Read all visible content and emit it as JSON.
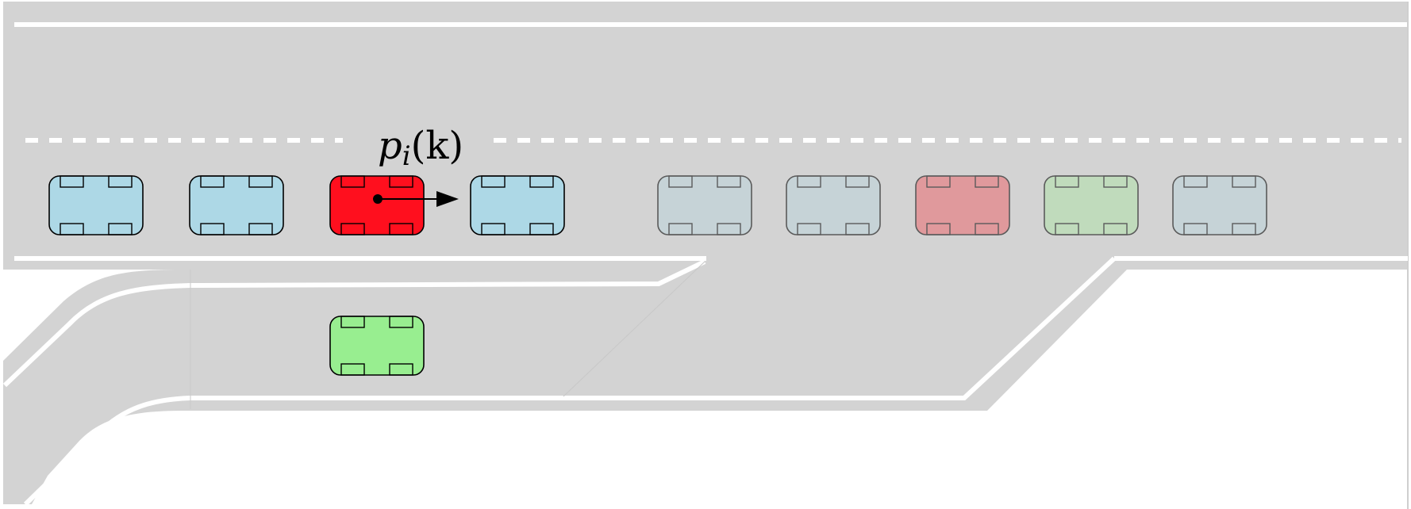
{
  "label": {
    "var": "p",
    "sub": "i",
    "arg": "(k)"
  },
  "colors": {
    "road": "#d3d3d3",
    "lane_marking": "#ffffff",
    "car_blue": "#add8e6",
    "car_ego": "#ff0f1e",
    "car_merging": "#98ee90",
    "car_ghost_grey": "#c6d3d7",
    "car_ghost_red": "#e0999c",
    "car_ghost_green": "#c0dbbc"
  },
  "cars": [
    {
      "role": "mainline",
      "color": "car_blue",
      "faded": false
    },
    {
      "role": "mainline",
      "color": "car_blue",
      "faded": false
    },
    {
      "role": "ego",
      "color": "car_ego",
      "faded": false
    },
    {
      "role": "mainline",
      "color": "car_blue",
      "faded": false
    },
    {
      "role": "future",
      "color": "car_ghost_grey",
      "faded": true
    },
    {
      "role": "future",
      "color": "car_ghost_grey",
      "faded": true
    },
    {
      "role": "future",
      "color": "car_ghost_red",
      "faded": true
    },
    {
      "role": "future",
      "color": "car_ghost_green",
      "faded": true
    },
    {
      "role": "future",
      "color": "car_ghost_grey",
      "faded": true
    },
    {
      "role": "merging",
      "color": "car_merging",
      "faded": false
    }
  ]
}
